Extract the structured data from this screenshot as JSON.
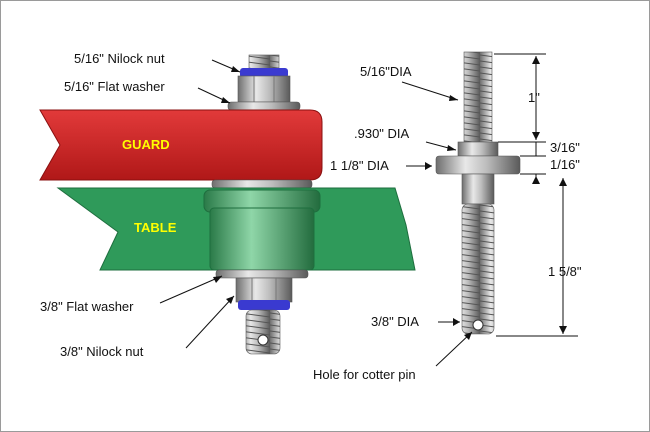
{
  "labels": {
    "nut_top": "5/16\" Nilock nut",
    "washer_top": "5/16\" Flat washer",
    "guard": "GUARD",
    "table": "TABLE",
    "washer_bottom": "3/8\" Flat washer",
    "nut_bottom": "3/8\" Nilock nut",
    "dia_top": "5/16\"DIA",
    "dia_930": ".930\" DIA",
    "dia_1_1_8": "1 1/8\" DIA",
    "dia_bottom": "3/8\" DIA",
    "cotter_hole": "Hole for cotter pin"
  },
  "dimensions": {
    "top_thread_length": "1\"",
    "collar_height": "3/16\"",
    "flange_thickness": "1/16\"",
    "bottom_length": "1 5/8\""
  },
  "colors": {
    "guard": "#cc2020",
    "table": "#2f9a5a",
    "metal": "#a8a8a8",
    "nylon_insert": "#3a3ad0",
    "band_text": "#ffff00"
  }
}
